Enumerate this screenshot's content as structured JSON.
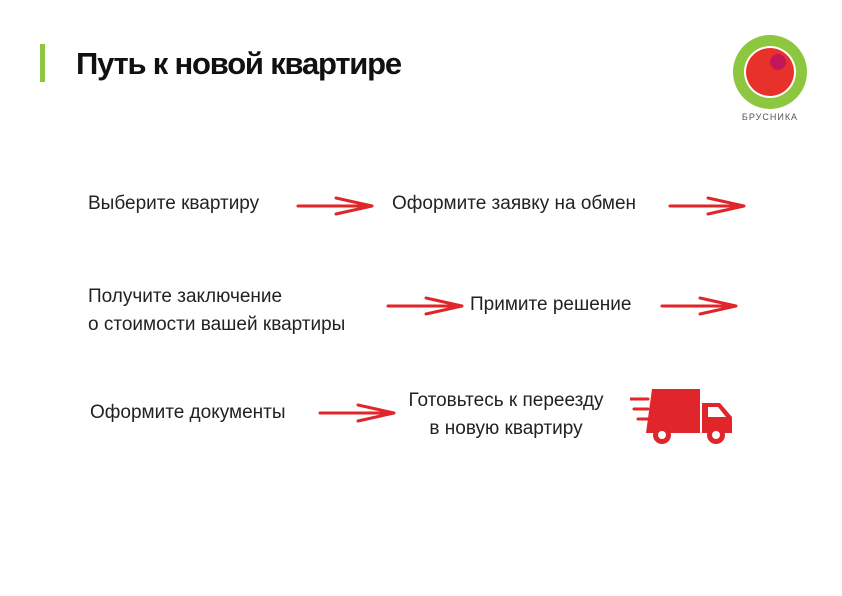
{
  "slide": {
    "title": "Путь к новой квартире",
    "accent_color": "#8dc63f",
    "arrow_color": "#e0262a"
  },
  "logo": {
    "text": "БРУСНИКА",
    "colors": {
      "ring": "#8dc63f",
      "fill": "#e8312b",
      "dot": "#c2185b"
    }
  },
  "steps": {
    "choose_apartment": "Выберите квартиру",
    "exchange_request": "Оформите заявку на обмен",
    "valuation_line1": "Получите  заключение",
    "valuation_line2": "о стоимости вашей квартиры",
    "decision": "Примите решение",
    "documents": "Оформите документы",
    "move_line1": "Готовьтесь к переезду",
    "move_line2": "в новую квартиру"
  },
  "icons": {
    "arrow": "arrow-right-icon",
    "truck": "delivery-truck-icon"
  }
}
